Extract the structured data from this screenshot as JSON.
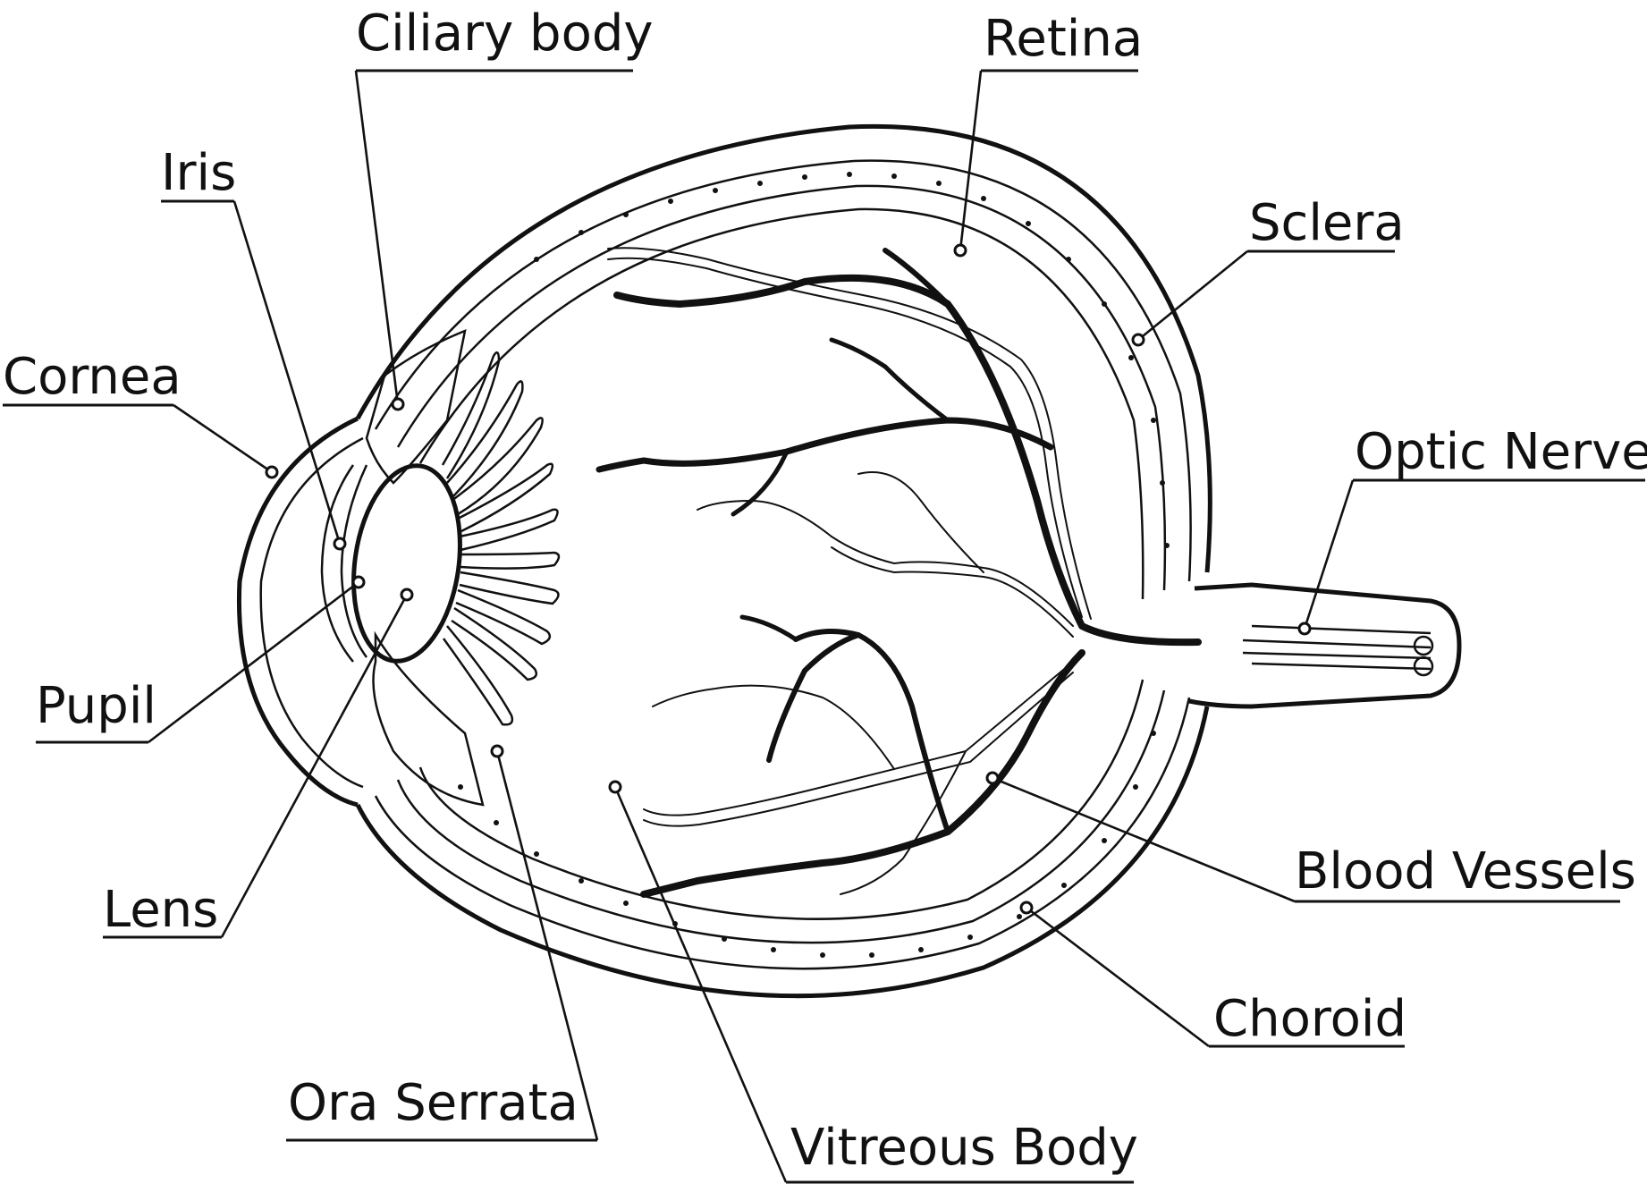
{
  "labels": {
    "ciliary_body": "Ciliary body",
    "retina": "Retina",
    "iris": "Iris",
    "sclera": "Sclera",
    "cornea": "Cornea",
    "optic_nerve": "Optic Nerve",
    "pupil": "Pupil",
    "blood_vessels": "Blood Vessels",
    "lens": "Lens",
    "choroid": "Choroid",
    "ora_serrata": "Ora Serrata",
    "vitreous_body": "Vitreous Body"
  },
  "colors": {
    "ink": "#111111",
    "paper": "#ffffff"
  }
}
